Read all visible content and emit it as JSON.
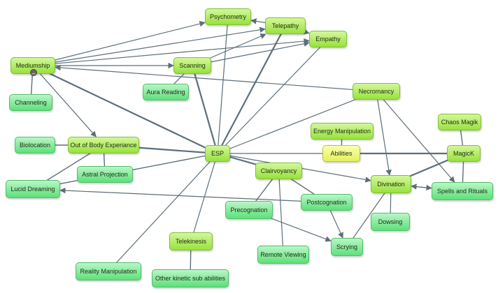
{
  "colors": {
    "lime": "#a6e64f",
    "mint": "#6ce58a",
    "yellow": "#e9f46a",
    "edge": "#5b6e7a"
  },
  "nodes": {
    "psychometry": "Psychometry",
    "telepathy": "Telepathy",
    "empathy": "Empathy",
    "mediumship": "Mediumship",
    "scanning": "Scanning",
    "aura_reading": "Aura Reading",
    "channeling": "Channeling",
    "necromancy": "Necromancy",
    "chaos_magik": "Chaos Magik",
    "energy_manipulation": "Energy Manipulation",
    "biolocation": "Biolocation",
    "out_of_body": "Out of Body Experiance",
    "esp": "ESP",
    "abilities": "Abilities",
    "magick": "MagicK",
    "astral_projection": "Astral Projection",
    "clairvoyancy": "Clairvoyancy",
    "lucid_dreaming": "Lucid Dreaming",
    "divination": "Divination",
    "spells_rituals": "Spells and Rituals",
    "postcognation": "Postcognation",
    "precognation": "Precognation",
    "dowsing": "Dowsing",
    "telekinesis": "Telekinesis",
    "scrying": "Scrying",
    "remote_viewing": "Remote Viewing",
    "reality_manipulation": "Reality Manipulation",
    "other_kinetic": "Other kinetic sub abilities"
  },
  "toggle_label": "–"
}
